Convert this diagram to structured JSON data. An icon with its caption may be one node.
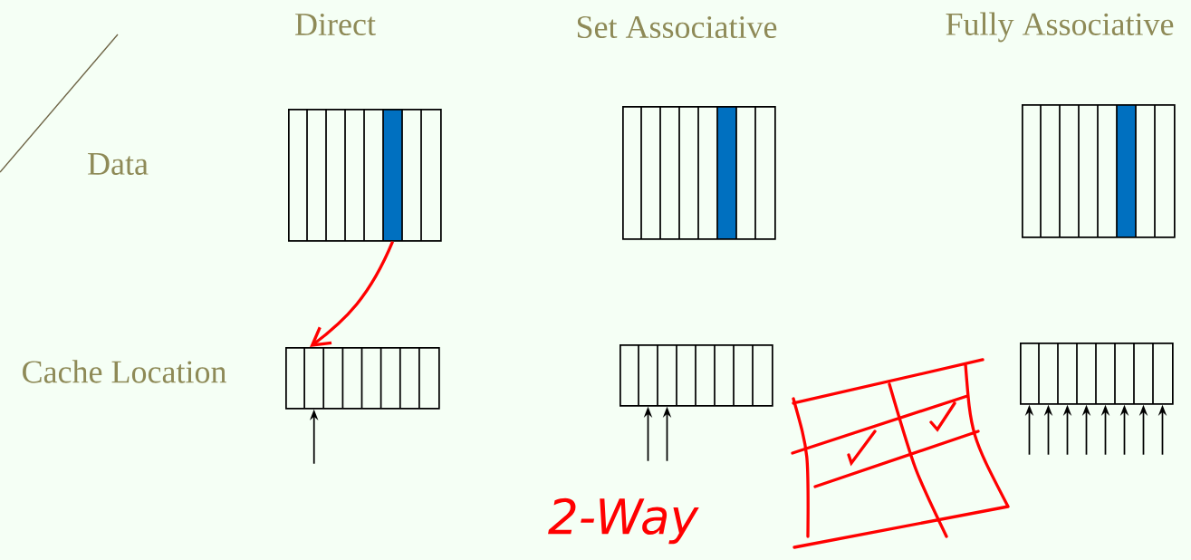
{
  "diagram": {
    "nodes": [
      {
        "text": [],
        "shape": "box"
      },
      {
        "text": [],
        "shape": "box"
      },
      {
        "text": [],
        "shape": "box"
      },
      {
        "text": [],
        "shape": "box"
      },
      {
        "text": [],
        "shape": "box"
      },
      {
        "text": [],
        "shape": "box"
      }
    ],
    "edges": [
      {
        "from": 0,
        "to": 3,
        "arrow": "to",
        "color": "#ff0000"
      },
      {
        "from": null,
        "to": 3,
        "arrow": "to"
      },
      {
        "from": null,
        "to": 4,
        "arrow": "to"
      },
      {
        "from": null,
        "to": 4,
        "arrow": "to"
      },
      {
        "from": null,
        "to": 5,
        "arrow": "to"
      },
      {
        "from": null,
        "to": 5,
        "arrow": "to"
      },
      {
        "from": null,
        "to": 5,
        "arrow": "to"
      },
      {
        "from": null,
        "to": 5,
        "arrow": "to"
      },
      {
        "from": null,
        "to": 5,
        "arrow": "to"
      },
      {
        "from": null,
        "to": 5,
        "arrow": "to"
      },
      {
        "from": null,
        "to": 5,
        "arrow": "to"
      },
      {
        "from": null,
        "to": 5,
        "arrow": "to"
      }
    ],
    "labels": [
      "Direct",
      "Set Associative",
      "Fully Associative",
      "Data",
      "Cache Location",
      "2-Way"
    ]
  }
}
